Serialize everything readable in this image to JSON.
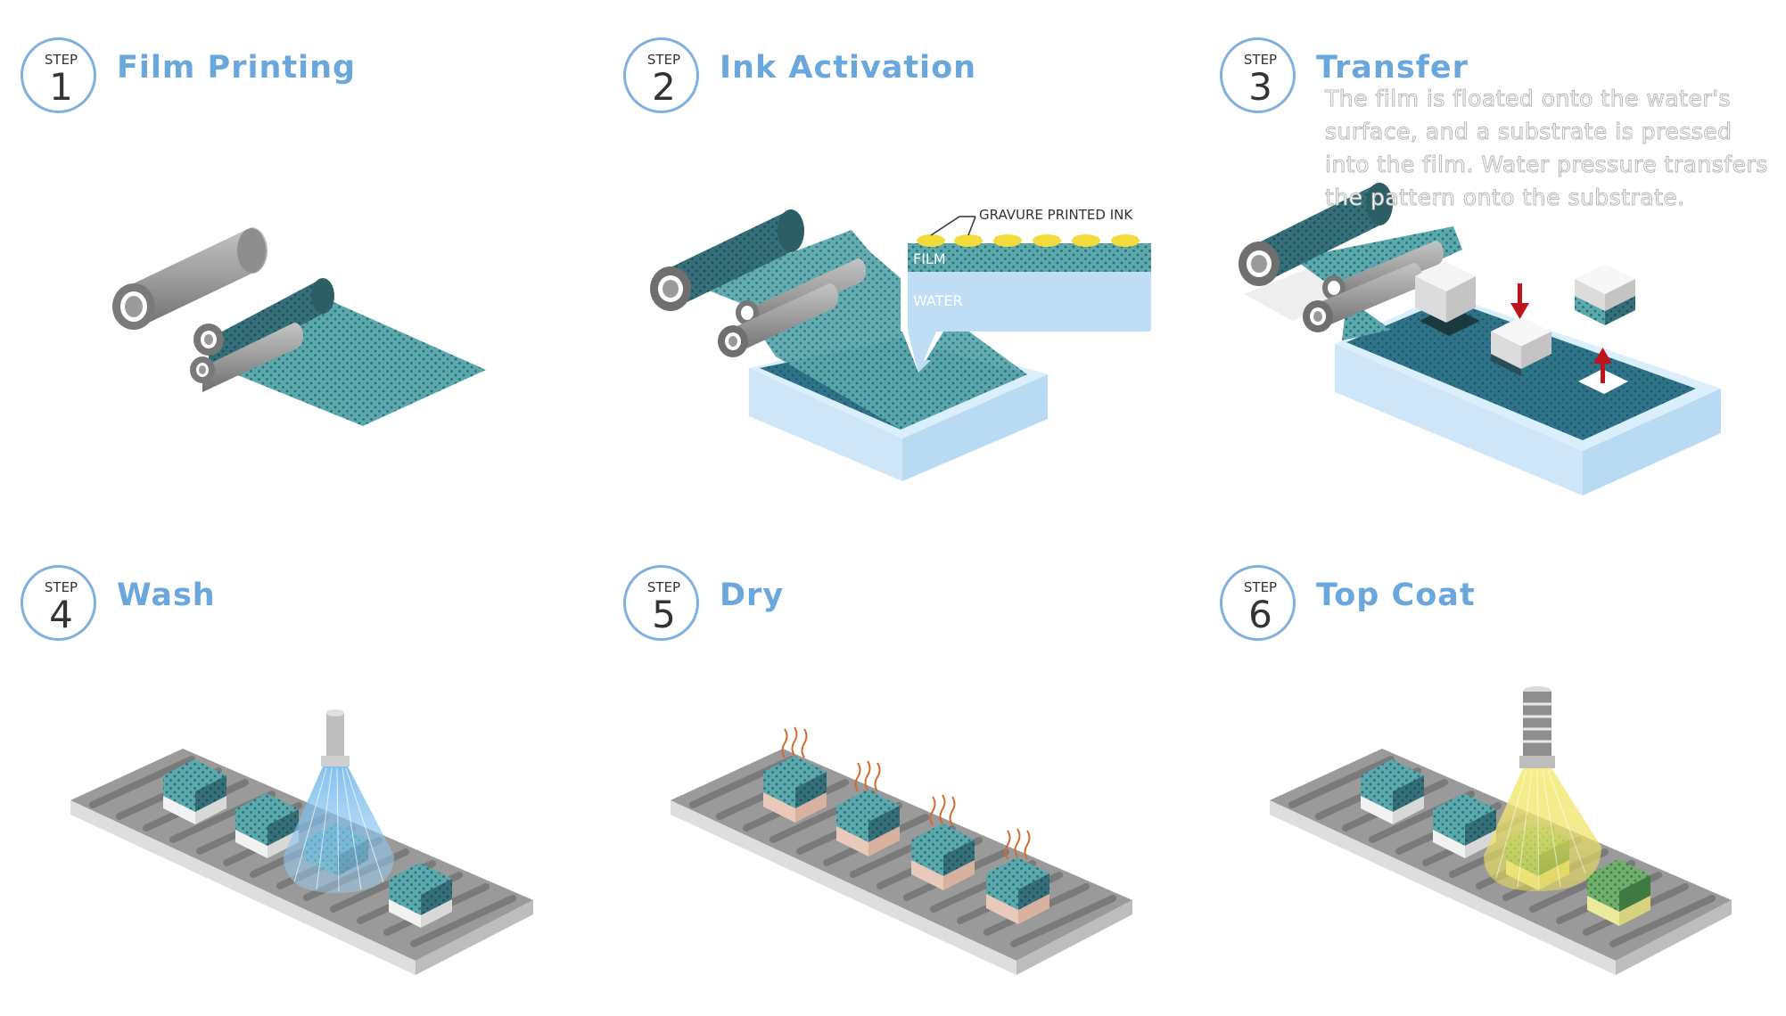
{
  "steps": [
    {
      "word": "STEP",
      "number": "1",
      "title": "Film Printing"
    },
    {
      "word": "STEP",
      "number": "2",
      "title": "Ink Activation"
    },
    {
      "word": "STEP",
      "number": "3",
      "title": "Transfer",
      "description": "The film is floated onto the water's surface, and a substrate is pressed into the film. Water pressure transfers the pattern onto the substrate."
    },
    {
      "word": "STEP",
      "number": "4",
      "title": "Wash"
    },
    {
      "word": "STEP",
      "number": "5",
      "title": "Dry"
    },
    {
      "word": "STEP",
      "number": "6",
      "title": "Top Coat"
    }
  ],
  "callout": {
    "ink_label": "GRAVURE PRINTED INK",
    "film_label": "FILM",
    "water_label": "WATER"
  },
  "colors": {
    "accent": "#6aa7dc",
    "badge_border": "#7fb0de",
    "film_teal": "#5aa9ad",
    "water_blue": "#cde6f7",
    "water_deep": "#2f7388",
    "ink_yellow": "#f2dc3c",
    "roller_gray": "#9a9a9a",
    "arrow_red": "#c0141c"
  }
}
